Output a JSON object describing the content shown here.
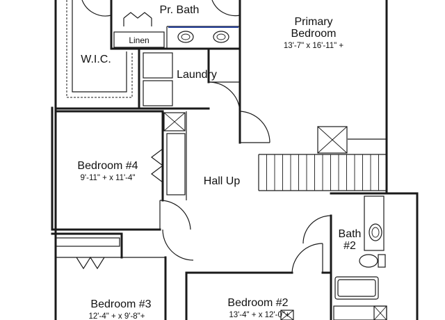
{
  "rooms": {
    "pr_bath": {
      "name": "Pr. Bath"
    },
    "primary_bedroom": {
      "name_line1": "Primary",
      "name_line2": "Bedroom",
      "dims": "13'-7\" x 16'-11\" +"
    },
    "linen": {
      "name": "Linen"
    },
    "wic": {
      "name": "W.I.C."
    },
    "laundry": {
      "name": "Laundry"
    },
    "bedroom4": {
      "name": "Bedroom #4",
      "dims": "9'-11\" + x 11'-4\""
    },
    "hall": {
      "name": "Hall Up"
    },
    "bath2": {
      "name_line1": "Bath",
      "name_line2": "#2"
    },
    "bedroom3": {
      "name": "Bedroom #3",
      "dims": "12'-4\" + x 9'-8\"+"
    },
    "bedroom2": {
      "name": "Bedroom #2",
      "dims": "13'-4\" + x 12'-0\"+"
    }
  },
  "colors": {
    "wall": "#1a1a1a",
    "vanity_line": "#1f3a93",
    "background": "#ffffff"
  }
}
